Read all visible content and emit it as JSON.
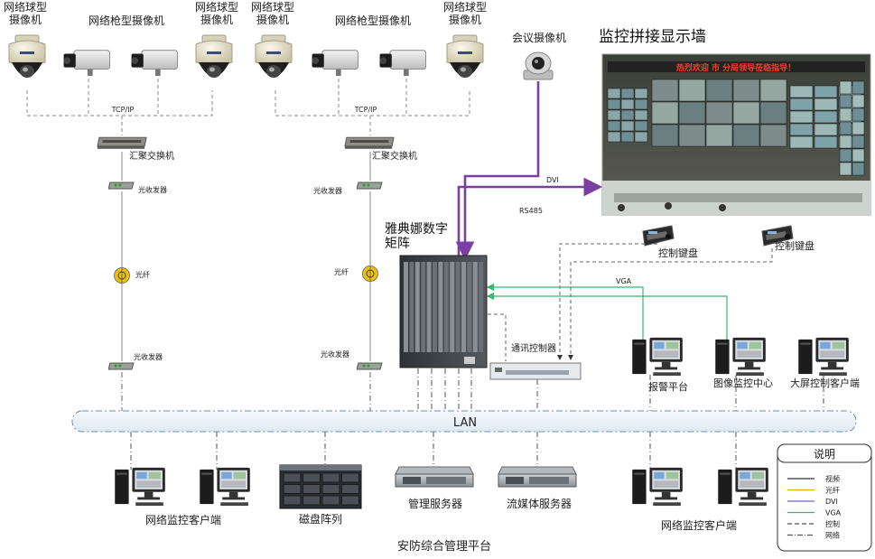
{
  "cameras": {
    "dome_1": "网络球型\n摄像机",
    "bullet_group_1": "网络枪型摄像机",
    "dome_2": "网络球型\n摄像机",
    "dome_3": "网络球型\n摄像机",
    "bullet_group_2": "网络枪型摄像机",
    "dome_4": "网络球型\n摄像机",
    "meeting": "会议摄像机"
  },
  "network": {
    "tcpip_1": "TCP/IP",
    "tcpip_2": "TCP/IP",
    "switch_1": "汇聚交换机",
    "switch_2": "汇聚交换机",
    "transceiver_top_1": "光收发器",
    "transceiver_top_2": "光收发器",
    "fiber_1": "光纤",
    "fiber_2": "光纤",
    "transceiver_bottom_1": "光收发器",
    "transceiver_bottom_2": "光收发器",
    "lan": "LAN"
  },
  "video_wall": {
    "title": "监控拼接显示墙",
    "banner": "热烈欢迎 市 分局领导莅临指导！"
  },
  "matrix": {
    "label": "雅典娜数字\n矩阵",
    "dvi": "DVI",
    "rs485": "RS485",
    "vga": "VGA",
    "comm_controller": "通讯控制器"
  },
  "keyboards": {
    "kb1": "控制键盘",
    "kb2": "控制键盘"
  },
  "workstations": {
    "alarm": "报警平台",
    "monitor_center": "图像监控中心",
    "big_screen_client": "大屏控制客户端",
    "client_left": "网络监控客户端",
    "client_right": "网络监控客户端"
  },
  "servers": {
    "disk_array": "磁盘阵列",
    "management": "管理服务器",
    "streaming": "流媒体服务器"
  },
  "platform_title": "安防综合管理平台",
  "legend": {
    "title": "说明",
    "items": [
      {
        "label": "视频",
        "color": "#333333",
        "style": "solid"
      },
      {
        "label": "光纤",
        "color": "#e0b000",
        "style": "solid"
      },
      {
        "label": "DVI",
        "color": "#7a5fc0",
        "style": "solid"
      },
      {
        "label": "VGA",
        "color": "#3cb371",
        "style": "solid"
      },
      {
        "label": "控制",
        "color": "#555555",
        "style": "dash"
      },
      {
        "label": "网络",
        "color": "#555555",
        "style": "dashdot"
      }
    ]
  },
  "colors": {
    "dvi": "#7a3fa0",
    "vga": "#3cb371",
    "fiber": "#e0b000",
    "lan_border": "#6a8fb0",
    "lan_fill": "#eef3f8"
  }
}
